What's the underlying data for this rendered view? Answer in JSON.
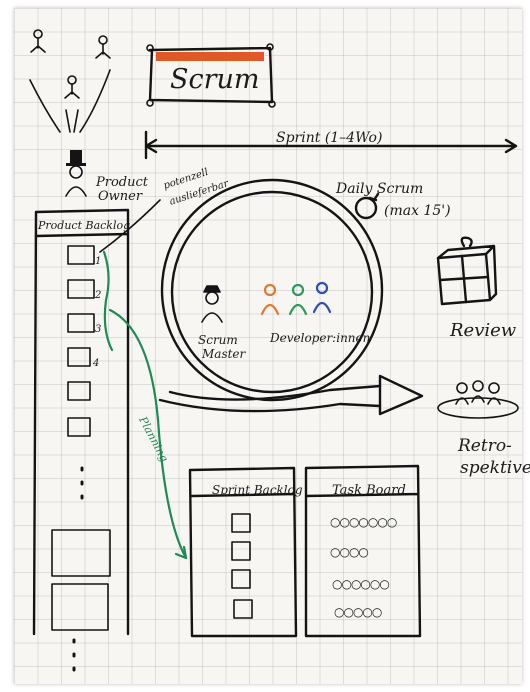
{
  "title": "Scrum",
  "sprint": "Sprint (1–4Wo)",
  "daily_scrum": [
    "Daily Scrum",
    "(max 15')"
  ],
  "product_owner": [
    "Product",
    "Owner"
  ],
  "note_po": [
    "potenzell",
    "auslieferbar"
  ],
  "product_backlog": "Product Backlog",
  "backlog_numbers": [
    "1",
    "2",
    "3",
    "4"
  ],
  "scrum_master": [
    "Scrum",
    "Master"
  ],
  "developers": "Developer:innen",
  "planning": "Planning",
  "review": "Review",
  "retro": [
    "Retro-",
    "spektive"
  ],
  "sprint_backlog": "Sprint Backlog",
  "task_board": "Task Board",
  "task_rows": [
    "○○○○○○○",
    "○○○○",
    "○○○○○○",
    "○○○○○"
  ],
  "colors": {
    "title_bar": "#e0572a",
    "planning_arrow": "#1f8a52",
    "dev_orange": "#e07a30",
    "dev_green": "#2e9a58",
    "dev_blue": "#2f4fae"
  },
  "icons": [
    "stakeholder-icon",
    "product-owner-icon",
    "gift-icon",
    "retro-people-icon",
    "scrum-master-icon",
    "developer-icon"
  ]
}
